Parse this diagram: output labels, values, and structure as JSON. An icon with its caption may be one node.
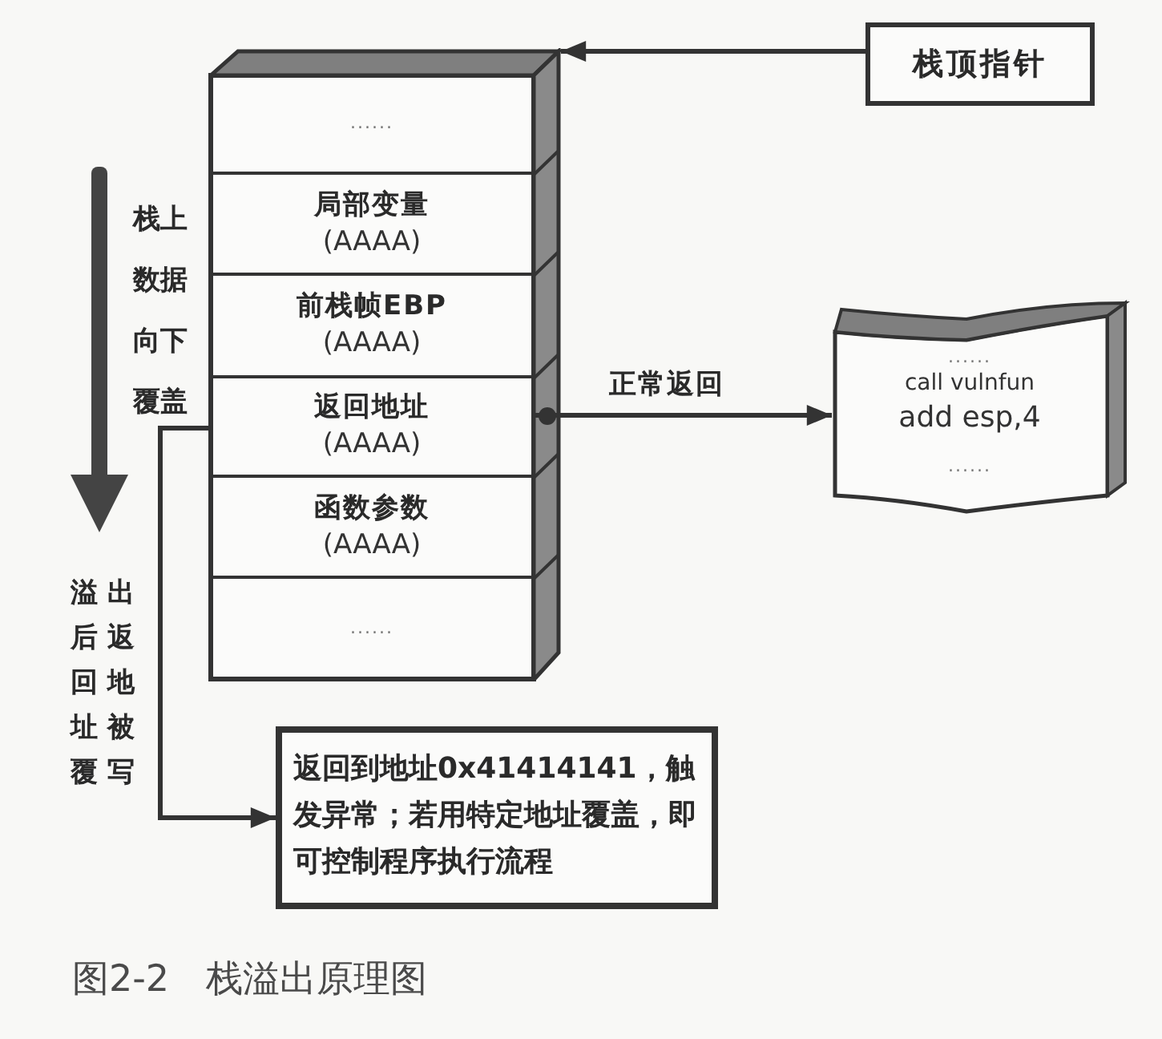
{
  "diagram": {
    "caption": "图2-2　栈溢出原理图",
    "nodes": [
      {
        "text": [],
        "shape": "box"
      },
      {
        "text": [
          "......"
        ],
        "in": 0
      },
      {
        "text": [
          "局部变量",
          "(AAAA)"
        ],
        "in": 0
      },
      {
        "text": [
          "前栈帧EBP",
          "(AAAA)"
        ],
        "in": 0
      },
      {
        "text": [
          "返回地址",
          "(AAAA)"
        ],
        "in": 0
      },
      {
        "text": [
          "函数参数",
          "(AAAA)"
        ],
        "in": 0
      },
      {
        "text": [
          "......"
        ],
        "in": 0
      },
      {
        "text": [
          "栈顶指针"
        ]
      },
      {
        "text": [
          "......",
          "call vulnfun",
          "add esp,4",
          "......"
        ]
      },
      {
        "text": [
          "返回到地址0x41414141，触发异常；若用特定地址覆盖，即可控制程序执行流程"
        ]
      }
    ],
    "edges": [
      {
        "from": 7,
        "to": 0,
        "arrow": "to"
      },
      {
        "from": 4,
        "to": 8,
        "arrow": "to",
        "label": "正常返回"
      },
      {
        "from": 4,
        "to": 9,
        "arrow": "to",
        "label": "溢出后返回地址被覆写"
      }
    ],
    "labels": [
      "栈上数据向下覆盖"
    ]
  }
}
